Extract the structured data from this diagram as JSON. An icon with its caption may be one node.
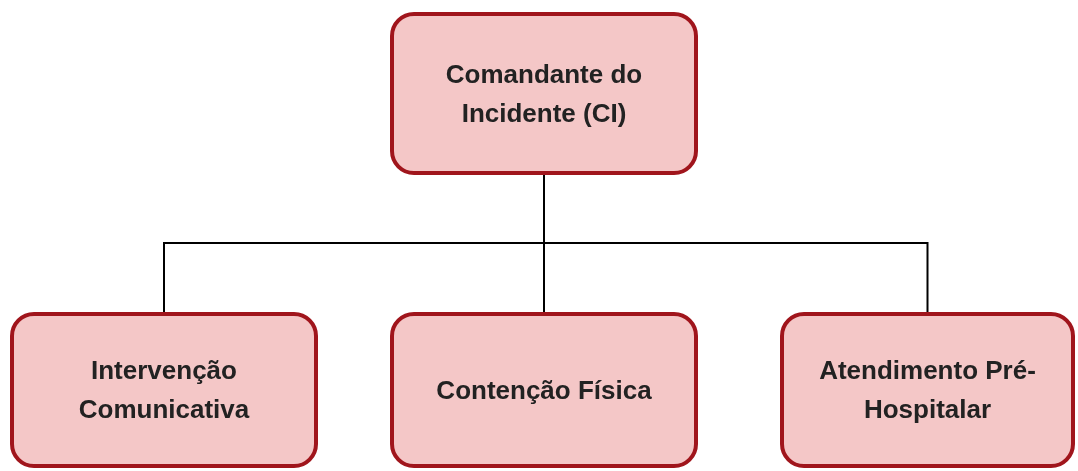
{
  "diagram": {
    "nodes": [
      {
        "text": [
          "Comandante do Incidente (CI)"
        ]
      },
      {
        "text": [
          "Intervenção Comunicativa"
        ]
      },
      {
        "text": [
          "Contenção Física"
        ]
      },
      {
        "text": [
          "Atendimento Pré-Hospitalar"
        ]
      }
    ],
    "edges": [
      {
        "from": 0,
        "to": 1,
        "arrow": "none"
      },
      {
        "from": 0,
        "to": 2,
        "arrow": "none"
      },
      {
        "from": 0,
        "to": 3,
        "arrow": "none"
      }
    ]
  }
}
